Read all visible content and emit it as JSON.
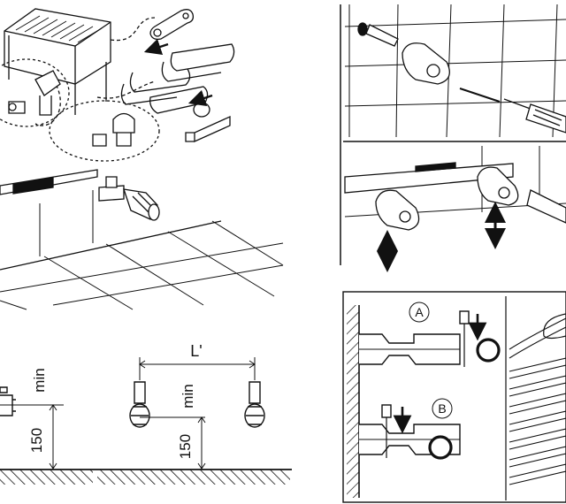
{
  "dimensions": {
    "min_left": "min",
    "height_left": "150",
    "spacing": "L'",
    "min_right": "min",
    "height_right": "150"
  },
  "options": {
    "a": "A",
    "b": "B"
  },
  "colors": {
    "line": "#111111",
    "background": "#ffffff"
  }
}
